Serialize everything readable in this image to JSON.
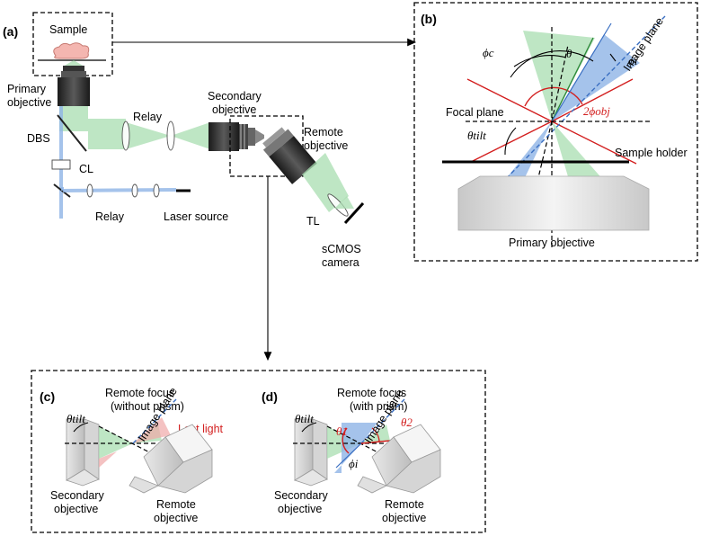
{
  "panels": {
    "a": {
      "tag": "(a)",
      "sample": "Sample",
      "primary_objective": [
        "Primary",
        "objective"
      ],
      "relay_top": "Relay",
      "secondary_objective": [
        "Secondary",
        "objective"
      ],
      "remote_objective": [
        "Remote",
        "objective"
      ],
      "dbs": "DBS",
      "cl": "CL",
      "relay_bottom": "Relay",
      "laser_source": "Laser source",
      "tl": "TL",
      "camera": [
        "sCMOS",
        "camera"
      ]
    },
    "b": {
      "tag": "(b)",
      "phi_c": "ϕc",
      "theta": "θ",
      "image_plane": "Image plane",
      "phi_i": "ϕi",
      "focal_plane": "Focal plane",
      "two_phi_obj": "2ϕobj",
      "theta_tilt": "θtilt",
      "sample_holder": "Sample holder",
      "primary_objective": "Primary objective"
    },
    "c": {
      "tag": "(c)",
      "title": [
        "Remote focus",
        "(without prism)"
      ],
      "theta_tilt": "θtilt",
      "image_plane": "Image plane",
      "lost_light": "Lost light",
      "secondary_objective": [
        "Secondary",
        "objective"
      ],
      "remote_objective": [
        "Remote",
        "objective"
      ]
    },
    "d": {
      "tag": "(d)",
      "title": [
        "Remote focus",
        "(with prism)"
      ],
      "theta_tilt": "θtilt",
      "image_plane": "Image plane",
      "theta_1": "θ1",
      "theta_2": "θ2",
      "phi_i": "ϕi",
      "secondary_objective": [
        "Secondary",
        "objective"
      ],
      "remote_objective": [
        "Remote",
        "objective"
      ]
    }
  },
  "colors": {
    "excitation_beam": "#8fb4e6",
    "emission_beam": "#a8deb0",
    "lost_light": "#f0a8a8",
    "angle_annotation": "#d32020",
    "image_plane_line": "#3a6fc2"
  }
}
